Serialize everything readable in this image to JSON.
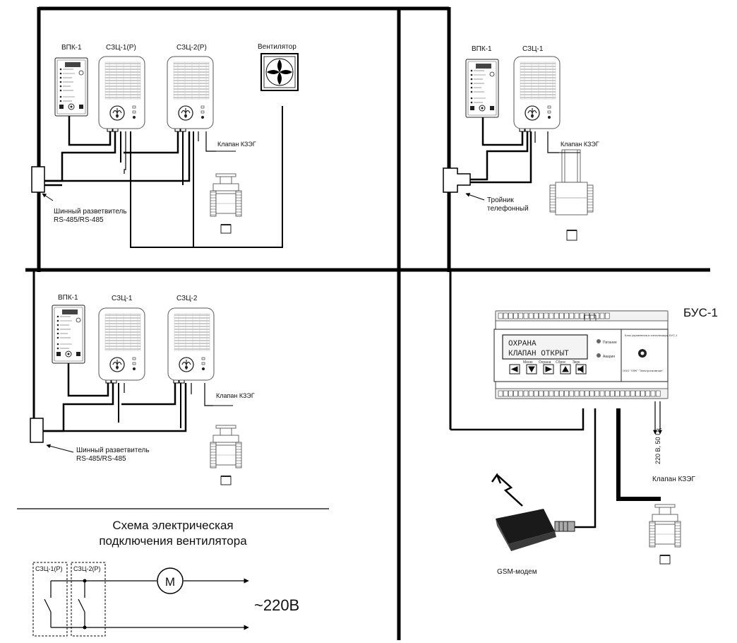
{
  "zone1": {
    "vpk": "ВПК-1",
    "szc1": "СЗЦ-1(Р)",
    "szc2": "СЗЦ-2(Р)",
    "fan": "Вентилятор",
    "valve": "Клапан КЗЭГ",
    "splitter_line1": "Шинный разветвитель",
    "splitter_line2": "RS-485/RS-485"
  },
  "zone2": {
    "vpk": "ВПК-1",
    "szc1": "СЗЦ-1",
    "valve": "Клапан КЗЭГ",
    "tee_line1": "Тройник",
    "tee_line2": "телефонный"
  },
  "zone3": {
    "vpk": "ВПК-1",
    "szc1": "СЗЦ-1",
    "szc2": "СЗЦ-2",
    "valve": "Клапан КЗЭГ",
    "splitter_line1": "Шинный разветвитель",
    "splitter_line2": "RS-485/RS-485"
  },
  "zone4": {
    "bus": "БУС-1",
    "lcd_line1": "ОХРАНА",
    "lcd_line2": "КЛАПАН ОТКРЫТ",
    "led_power": "Питание",
    "led_alarm": "Авария",
    "buttons": [
      "Меню",
      "Охрана",
      "Сброс",
      "Звук"
    ],
    "device_name": "Блок управления и сигнализации БУС-1",
    "maker": "ООО \"ПФК\" \"Электронкомпакт\"",
    "power_label": "220 В, 50 Гц",
    "valve": "Клапан КЗЭГ",
    "gsm": "GSM-модем"
  },
  "schematic": {
    "title_line1": "Схема электрическая",
    "title_line2": "подключения вентилятора",
    "sw1": "СЗЦ-1(Р)",
    "sw2": "СЗЦ-2(Р)",
    "motor": "M",
    "voltage": "~220В"
  }
}
